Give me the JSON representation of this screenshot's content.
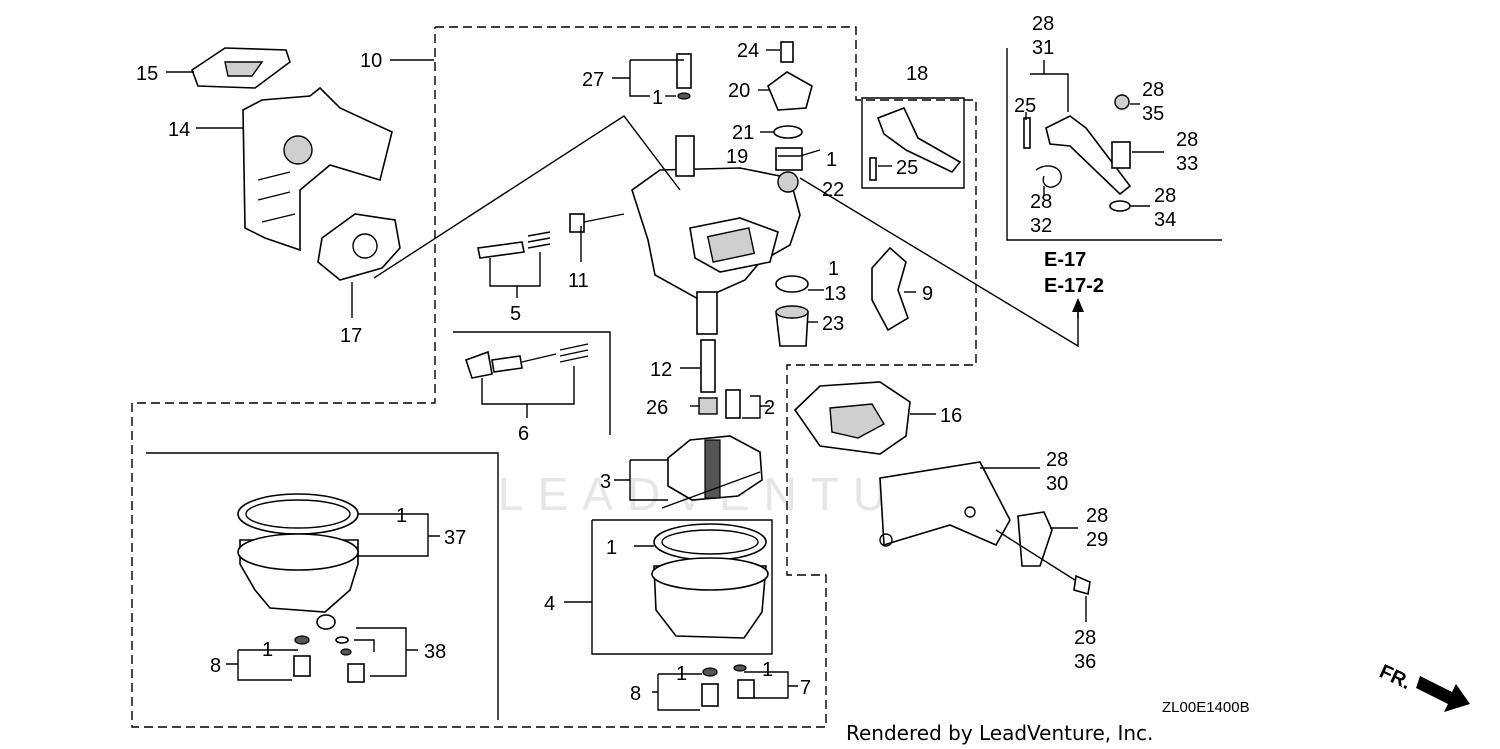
{
  "labels": {
    "l15": "15",
    "l10": "10",
    "l14": "14",
    "l17": "17",
    "l27": "27",
    "l1a": "1",
    "l24": "24",
    "l20": "20",
    "l21": "21",
    "l19": "19",
    "l1b": "1",
    "l22": "22",
    "l11": "11",
    "l5": "5",
    "l1c": "1",
    "l13": "13",
    "l9": "9",
    "l23": "23",
    "l6": "6",
    "l12": "12",
    "l26": "26",
    "l2": "2",
    "l16": "16",
    "l3": "3",
    "l18": "18",
    "l25a": "25",
    "l28a": "28",
    "l31": "31",
    "l25b": "25",
    "l28b": "28",
    "l35": "35",
    "l28c": "28",
    "l33": "33",
    "l28d": "28",
    "l32": "32",
    "l28e": "28",
    "l34": "34",
    "l1d": "1",
    "l37": "37",
    "l1e": "1",
    "l4": "4",
    "l8a": "8",
    "l1f": "1",
    "l38": "38",
    "l8b": "8",
    "l1g": "1",
    "l1h": "1",
    "l7": "7",
    "l28f": "28",
    "l30": "30",
    "l28g": "28",
    "l29": "29",
    "l28h": "28",
    "l36": "36"
  },
  "refs": {
    "e17": "E-17",
    "e172": "E-17-2"
  },
  "diagram_code": "ZL00E1400B",
  "credit": "Rendered by LeadVenture, Inc.",
  "watermark": "LEADVENTURE",
  "front_label": "FR."
}
